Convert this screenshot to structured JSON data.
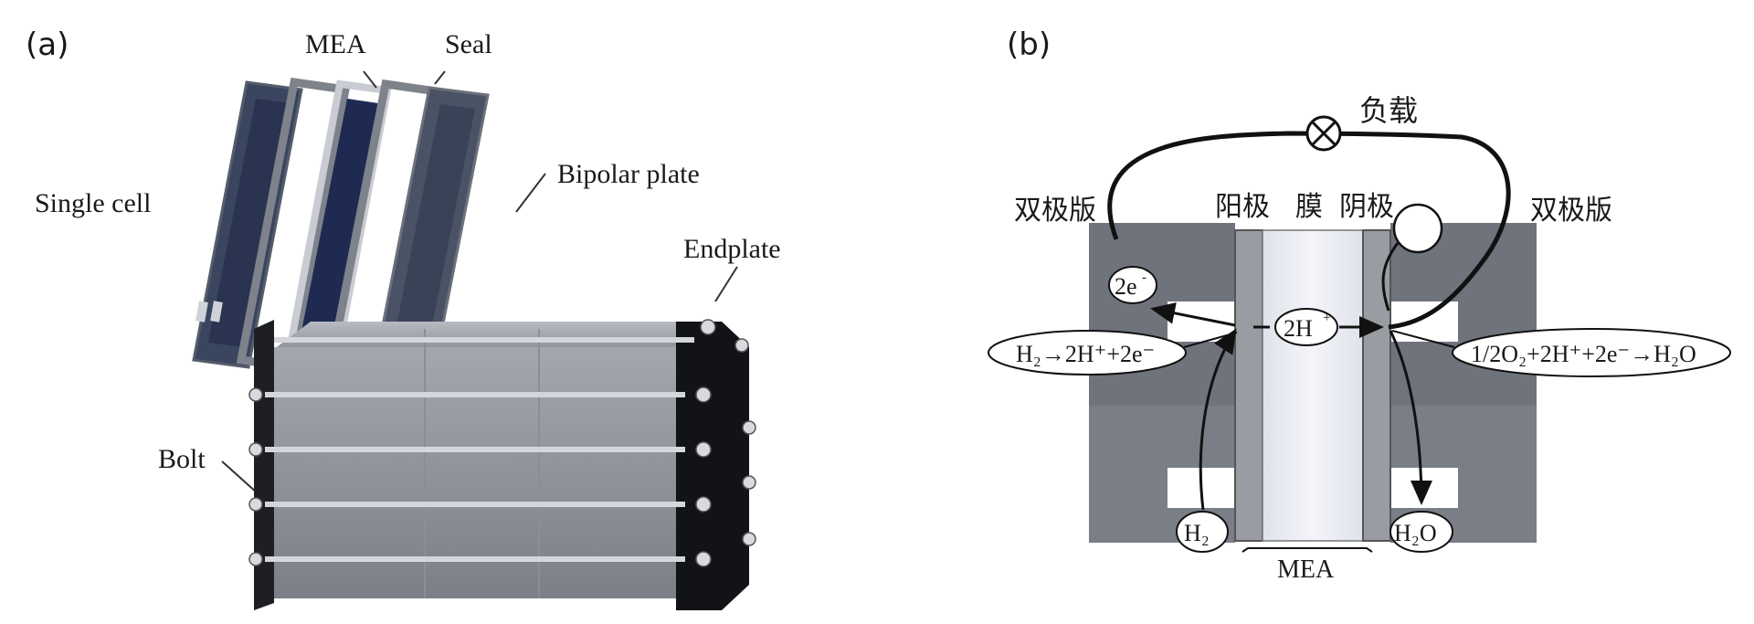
{
  "panel_a": {
    "tag": "(a)",
    "labels": {
      "mea": "MEA",
      "seal": "Seal",
      "bipolar_plate": "Bipolar plate",
      "single_cell": "Single cell",
      "endplate": "Endplate",
      "bolt": "Bolt"
    }
  },
  "panel_b": {
    "tag": "(b)",
    "labels": {
      "load": "负载",
      "bipolar_left": "双极版",
      "bipolar_right": "双极版",
      "anode": "阳极",
      "membrane": "膜",
      "cathode": "阴极",
      "electrons": "2e",
      "electrons_sup": "-",
      "protons": "2H",
      "protons_sup": "+",
      "anode_reaction": "H₂→2H⁺+2e⁻",
      "cathode_reaction": "1/2O₂+2H⁺+2e⁻→H₂O",
      "h2_in": "H₂",
      "h2o_out": "H₂O",
      "mea": "MEA"
    }
  },
  "colors": {
    "plate_dark": "#2f3a55",
    "plate_gray": "#8a8d93",
    "stack_gray": "#9a9ea6",
    "bipolar_block": "#6f737c",
    "membrane": "#eef0f6",
    "electrode": "#9a9ca3"
  }
}
